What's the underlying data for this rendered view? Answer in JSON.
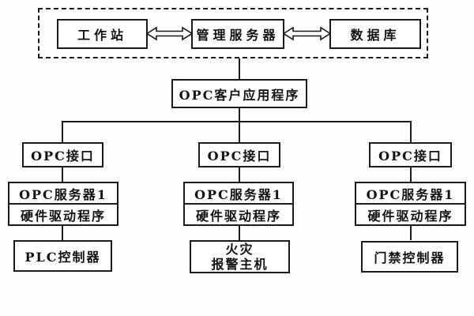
{
  "diagram": {
    "title_hint": "OPC system architecture diagram",
    "colors": {
      "line": "#1b1b1b",
      "background": "#fdfdfd",
      "box_background": "#ffffff"
    },
    "top_group": {
      "nodes": [
        {
          "label": "工作站"
        },
        {
          "label": "管理服务器"
        },
        {
          "label": "数据库"
        }
      ]
    },
    "client_app_label": "OPC客户应用程序",
    "branches": [
      {
        "interface_label": "OPC接口",
        "server_label": "OPC服务器1",
        "driver_label": "硬件驱动程序",
        "device_label": "PLC控制器"
      },
      {
        "interface_label": "OPC接口",
        "server_label": "OPC服务器1",
        "driver_label": "硬件驱动程序",
        "device_label": "火灾\n报警主机"
      },
      {
        "interface_label": "OPC接口",
        "server_label": "OPC服务器1",
        "driver_label": "硬件驱动程序",
        "device_label": "门禁控制器"
      }
    ]
  }
}
